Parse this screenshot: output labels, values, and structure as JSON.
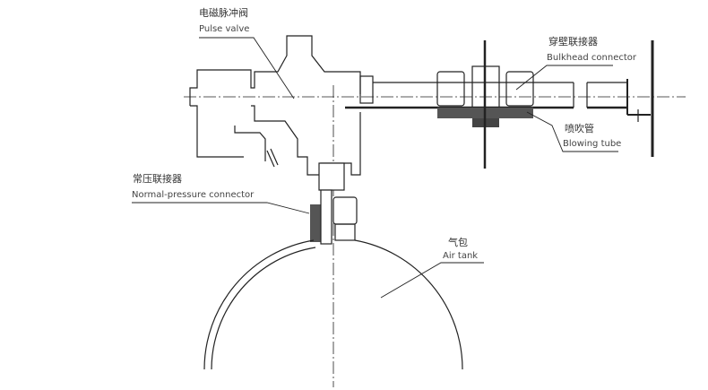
{
  "labels": {
    "pulse_valve": {
      "zh": "电磁脉冲阀",
      "en": "Pulse valve"
    },
    "bulkhead_connector": {
      "zh": "穿壁联接器",
      "en": "Bulkhead connector"
    },
    "blowing_tube": {
      "zh": "喷吹管",
      "en": "Blowing tube"
    },
    "normal_pressure_connector": {
      "zh": "常压联接器",
      "en": "Normal-pressure connector"
    },
    "air_tank": {
      "zh": "气包",
      "en": "Air tank"
    }
  },
  "colors": {
    "line": "#222222",
    "text": "#333333"
  }
}
